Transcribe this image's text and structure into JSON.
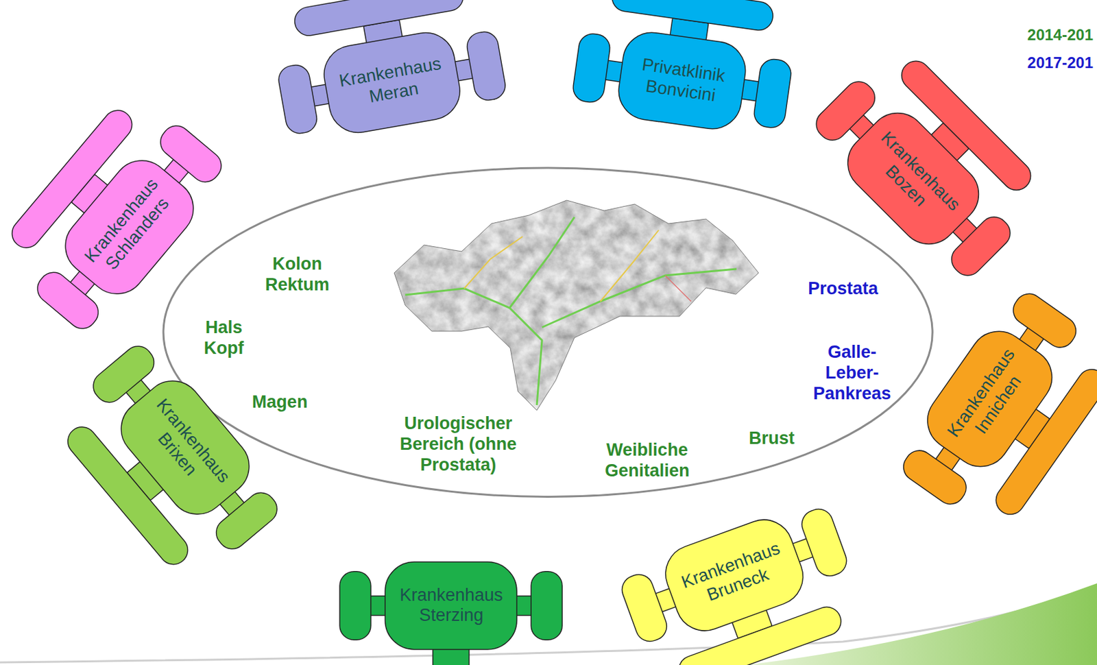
{
  "diagram": {
    "nodes": [
      {
        "text": [
          "Kolon Rektum",
          "Hals Kopf",
          "Magen",
          "Urologischer Bereich (ohne Prostata)",
          "Weibliche Genitalien",
          "Brust",
          "Galle- Leber- Pankreas",
          "Prostata"
        ]
      },
      {
        "text": [
          "Krankenhaus Schlanders"
        ]
      },
      {
        "text": [
          "Krankenhaus Meran"
        ]
      },
      {
        "text": [
          "Privatklinik Bonvicini"
        ]
      },
      {
        "text": [
          "Krankenhaus Bozen"
        ]
      },
      {
        "text": [
          "Krankenhaus Innichen"
        ]
      },
      {
        "text": [
          "Krankenhaus Brixen"
        ]
      },
      {
        "text": [
          "Krankenhaus Bruneck"
        ]
      },
      {
        "text": [
          "Krankenhaus Sterzing"
        ]
      }
    ],
    "labels": [
      "2014-201",
      "2017-201"
    ]
  }
}
